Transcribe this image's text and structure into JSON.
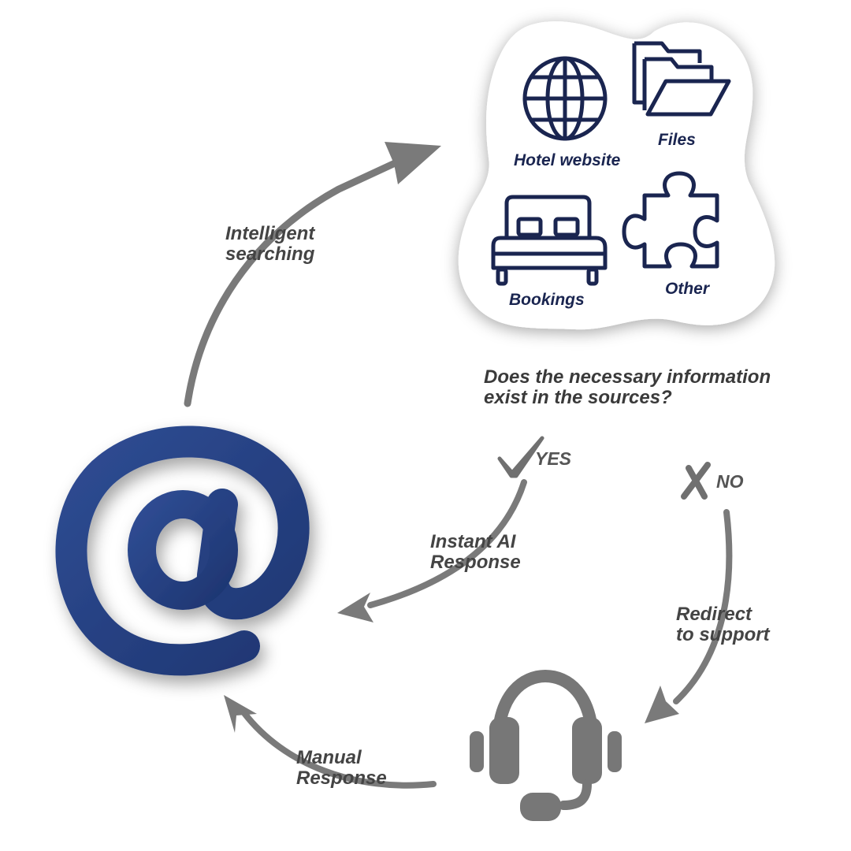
{
  "sources": {
    "hotel_website": "Hotel website",
    "files": "Files",
    "bookings": "Bookings",
    "other": "Other"
  },
  "question": {
    "line1": "Does the necessary information",
    "line2": "exist in the sources?"
  },
  "yes_label": "YES",
  "no_label": "NO",
  "arrows": {
    "intelligent_searching": {
      "line1": "Intelligent",
      "line2": "searching"
    },
    "instant_ai_response": {
      "line1": "Instant AI",
      "line2": "Response"
    },
    "redirect_to_support": {
      "line1": "Redirect",
      "line2": "to support"
    },
    "manual_response": {
      "line1": "Manual",
      "line2": "Response"
    }
  },
  "icons": [
    "at-sign-icon",
    "globe-icon",
    "folders-icon",
    "bed-icon",
    "puzzle-piece-icon",
    "headset-icon",
    "checkmark-icon",
    "cross-icon"
  ],
  "colors": {
    "navy": "#1a2550",
    "at_sign_blue": "#25407f",
    "arrow_gray": "#7a7a7a",
    "headset_gray": "#777777",
    "label_gray": "#444444"
  }
}
